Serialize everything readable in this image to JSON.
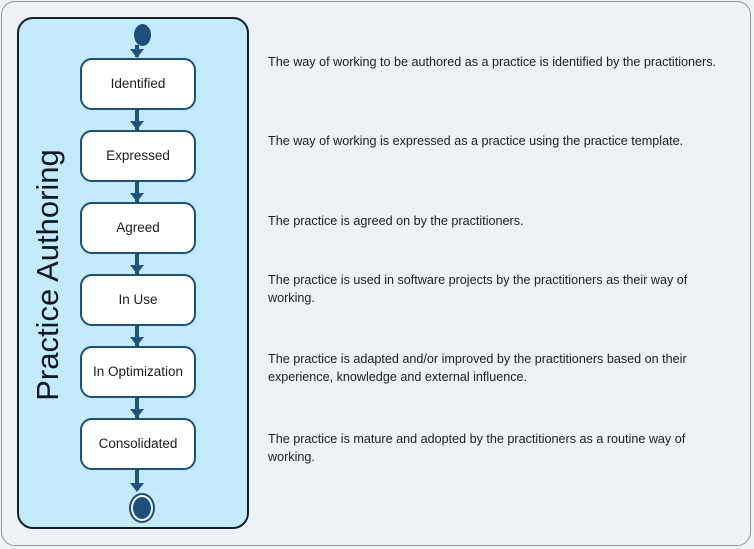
{
  "diagram": {
    "type": "uml-state-machine",
    "partition_label": "Practice Authoring",
    "start_node": "initial-state",
    "end_node": "final-state",
    "colors": {
      "page_background": "#eef1f5",
      "partition_fill": "#c3eafd",
      "partition_border": "#15202b",
      "state_fill": "#ffffff",
      "state_border": "#1f4e79",
      "connector": "#22537f",
      "node_fill": "#1d4f7c",
      "text": "#1d1d1d"
    },
    "states": [
      {
        "id": "identified",
        "label": "Identified",
        "description": "The way of working to be authored as a practice is identified by the practitioners."
      },
      {
        "id": "expressed",
        "label": "Expressed",
        "description": "The way of working is expressed as a practice using the practice template."
      },
      {
        "id": "agreed",
        "label": "Agreed",
        "description": "The practice is agreed on by the practitioners."
      },
      {
        "id": "in-use",
        "label": "In Use",
        "description": "The practice is used in software projects by the practitioners as their way of working."
      },
      {
        "id": "in-optimization",
        "label": "In Optimization",
        "description": "The practice is adapted and/or improved by the practitioners based on their experience, knowledge and external influence."
      },
      {
        "id": "consolidated",
        "label": "Consolidated",
        "description": "The practice is mature and adopted by the practitioners as a routine way of working."
      }
    ]
  }
}
